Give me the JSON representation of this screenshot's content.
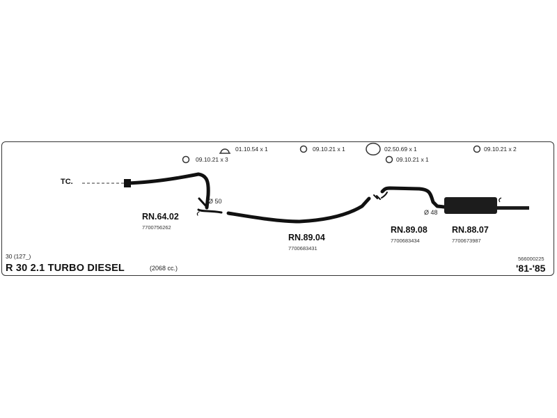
{
  "accessories": [
    {
      "code": "01.10.54 x 1",
      "icon": "clamp-icon"
    },
    {
      "code": "09.10.21 x 1",
      "icon": "ring-icon"
    },
    {
      "code": "02.50.69 x 1",
      "icon": "clamp-icon"
    },
    {
      "code": "09.10.21 x 2",
      "icon": "ring-icon"
    },
    {
      "code": "09.10.21 x 3",
      "icon": "ring-icon"
    },
    {
      "code": "09.10.21 x 1",
      "icon": "ring-icon"
    }
  ],
  "connection_label": "TC.",
  "parts": [
    {
      "code": "RN.64.02",
      "number": "7700756262"
    },
    {
      "code": "RN.89.04",
      "number": "7700683431"
    },
    {
      "code": "RN.89.08",
      "number": "7700683434"
    },
    {
      "code": "RN.88.07",
      "number": "7700673987"
    }
  ],
  "diameters": [
    "Ø 50",
    "Ø 48"
  ],
  "vehicle": {
    "model_code": "30 (127_)",
    "title": "R 30  2.1 TURBO DIESEL",
    "displacement": "(2068 cc.)",
    "catalog_number": "566000225",
    "years": "'81-'85"
  }
}
